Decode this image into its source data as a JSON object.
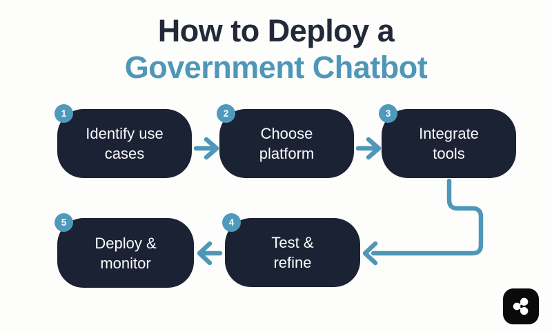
{
  "title": {
    "line1": "How to Deploy a",
    "line2": "Government Chatbot"
  },
  "steps": [
    {
      "number": "1",
      "line1": "Identify use",
      "line2": "cases"
    },
    {
      "number": "2",
      "line1": "Choose",
      "line2": "platform"
    },
    {
      "number": "3",
      "line1": "Integrate",
      "line2": "tools"
    },
    {
      "number": "4",
      "line1": "Test &",
      "line2": "refine"
    },
    {
      "number": "5",
      "line1": "Deploy &",
      "line2": "monitor"
    }
  ],
  "icons": {
    "share": "share-network-icon"
  },
  "colors": {
    "page-bg": "#fdfdfc",
    "title-dark": "#232938",
    "accent": "#4f97b8",
    "box": "#1b2234",
    "box-text": "#fafbfc",
    "badge": "#4f9aba",
    "share-bg": "#0a0a0a"
  }
}
